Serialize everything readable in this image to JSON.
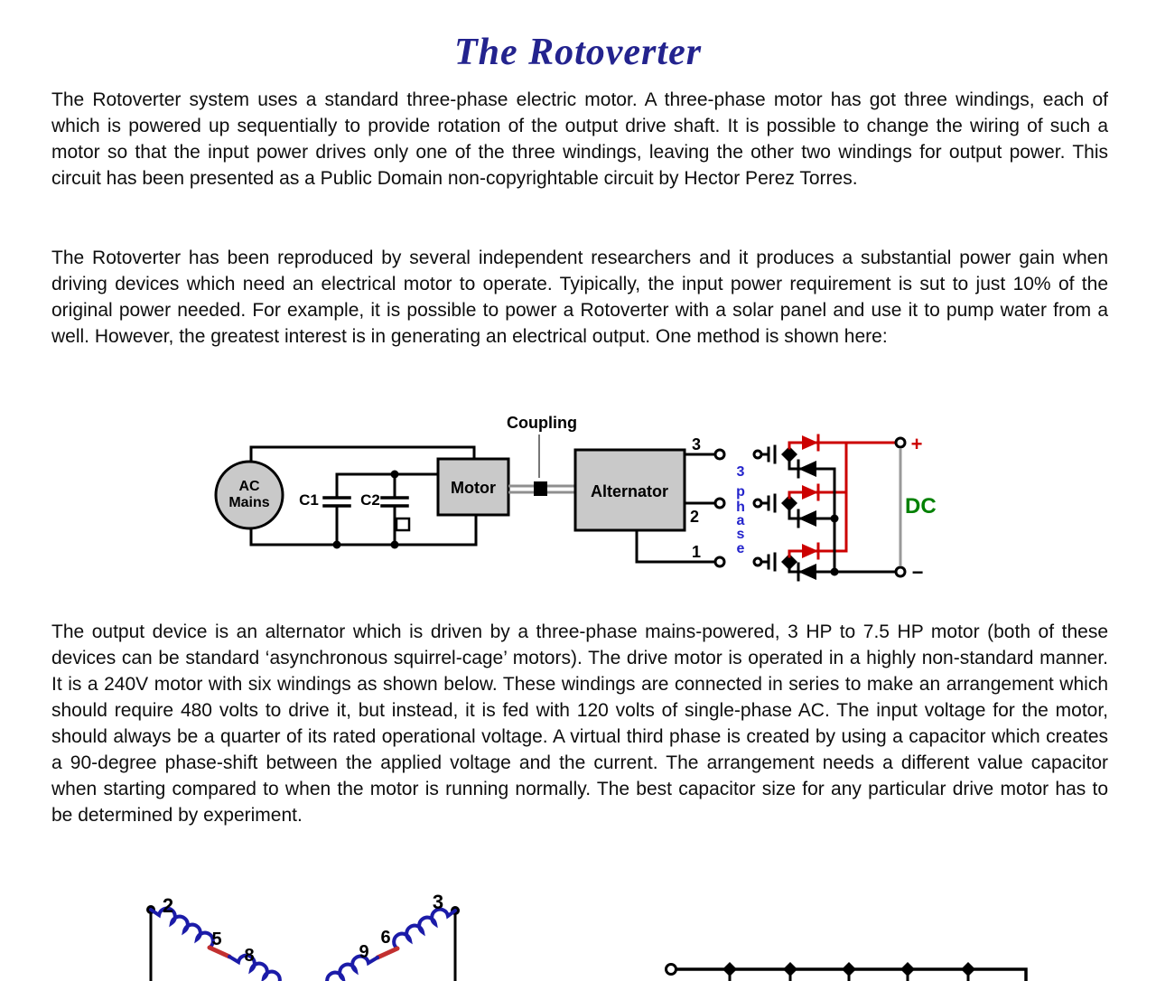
{
  "page": {
    "title": "The Rotoverter",
    "paragraphs": [
      "The Rotoverter system uses a standard three-phase electric motor.  A three-phase motor has got three windings, each of which is powered up sequentially to provide rotation of the output drive shaft.  It is possible to change the wiring of such a motor so that the input power drives only one of the three windings, leaving the other two windings for output power.  This circuit has been presented as a Public Domain non-copyrightable circuit by Hector Perez Torres.",
      "The Rotoverter has been reproduced by several independent researchers and it produces a substantial power gain when driving devices which need an electrical motor to operate.  Tyipically, the input power requirement is sut to just 10% of the original power needed.  For example, it is possible to power a Rotoverter with a solar panel and use it to pump water from a well.  However, the greatest interest is in generating an electrical output.  One method is shown here:",
      "The output device is an alternator which is driven by a three-phase mains-powered, 3 HP to 7.5 HP motor (both of these devices can be standard ‘asynchronous squirrel-cage’ motors). The drive motor is operated in a highly non-standard manner. It is a 240V motor with six windings as shown below.  These windings are connected in series to make an arrangement which should require 480 volts to drive it, but instead, it is fed with 120 volts of single-phase AC. The input voltage for the motor, should always be a quarter of its rated operational voltage.  A virtual third phase is created by using a capacitor which creates a 90-degree phase-shift between the applied voltage and the current.   The arrangement needs a different value capacitor when starting compared to when the motor is running normally.  The best capacitor size for any particular drive motor has to be determined by experiment."
    ]
  },
  "diagram1": {
    "ac_mains": [
      "AC",
      "Mains"
    ],
    "c1_label": "C1",
    "c2_label": "C2",
    "motor_label": "Motor",
    "coupling_label": "Coupling",
    "alternator_label": "Alternator",
    "out3_label": "3",
    "out2_label": "2",
    "out1_label": "1",
    "three_phase": [
      "3",
      "p",
      "h",
      "a",
      "s",
      "e"
    ],
    "plus_label": "+",
    "minus_label": "−",
    "dc_label": "DC"
  },
  "diagram2": {
    "terminal_2": "2",
    "terminal_3": "3",
    "winding_5": "5",
    "winding_6": "6",
    "winding_8": "8",
    "winding_9": "9"
  },
  "colors": {
    "title_navy": "#23238E",
    "phase_blue": "#2424CC",
    "coil_blue": "#1B1BA8",
    "red": "#CC0000",
    "winding_red": "#C23030",
    "green": "#008000",
    "box_fill": "#C9C9C9",
    "box_border": "#000000",
    "shaft_gray": "#8F8F8F",
    "dc_link_gray": "#999999"
  }
}
